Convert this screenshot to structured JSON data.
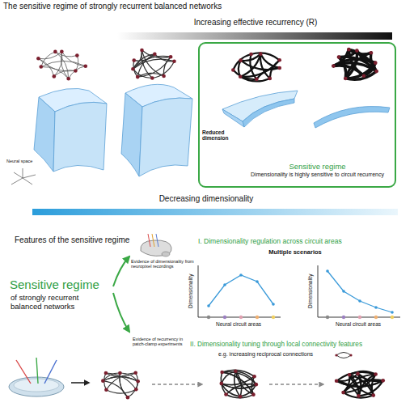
{
  "diagram": {
    "title": "The sensitive regime of strongly recurrent balanced networks",
    "nodes": [
      {
        "text": [
          "Sensitive regime",
          "Dimensionality is highly sensitive to circuit recurrency"
        ]
      }
    ],
    "labels": [
      "Increasing effective recurrency (R)",
      "Neural space",
      "Reduced dimension",
      "Decreasing dimensionality",
      "Features of the sensitive regime",
      "Sensitive regime",
      "of strongly recurrent balanced networks",
      "Evidence of dimensionality from neuropixel recordings",
      "I. Dimensionality regulation across circuit areas",
      "Multiple scenarios",
      "Dimensionality",
      "Neural circuit areas",
      "Dimensionality",
      "Neural circuit areas",
      "Evidence of recurrency in patch-clamp experiments",
      "II. Dimensionality tuning through local connectivity features",
      "e.g. increasing reciprocal connections"
    ]
  }
}
